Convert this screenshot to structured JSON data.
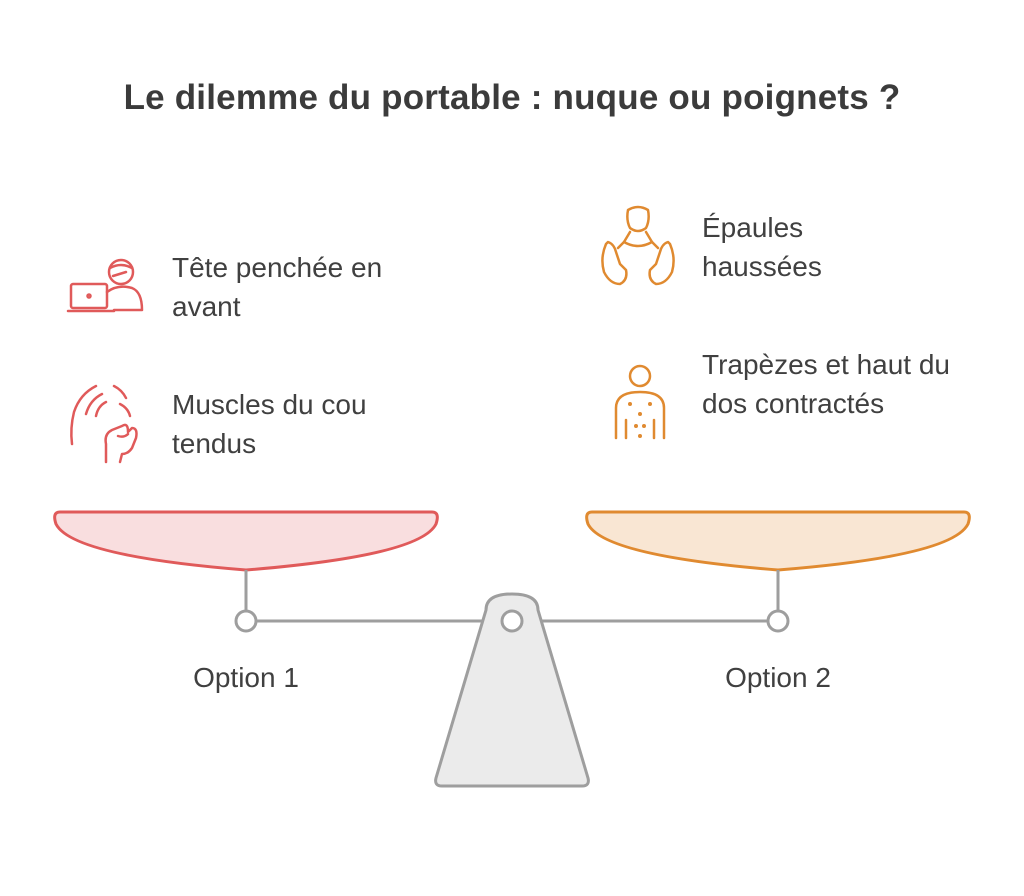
{
  "title": "Le dilemme du portable : nuque ou poignets ?",
  "left": {
    "option_label": "Option 1",
    "accent": "#e05a5a",
    "pan_fill": "#f9dedf",
    "items": [
      {
        "icon": "laptop-user-icon",
        "label": "Tête penchée en avant"
      },
      {
        "icon": "neck-pain-icon",
        "label": "Muscles du cou tendus"
      }
    ]
  },
  "right": {
    "option_label": "Option 2",
    "accent": "#e08a30",
    "pan_fill": "#f9e6d3",
    "items": [
      {
        "icon": "shrugging-person-icon",
        "label": "Épaules haussées"
      },
      {
        "icon": "upper-back-icon",
        "label": "Trapèzes et haut du dos contractés"
      }
    ]
  },
  "scale": {
    "frame_color": "#9e9e9e",
    "fulcrum_fill": "#ebebeb"
  }
}
